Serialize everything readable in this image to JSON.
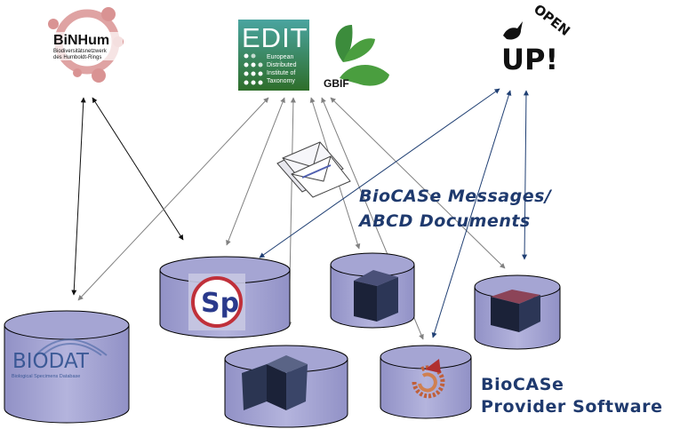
{
  "logos": {
    "binhum": {
      "name": "BiNHum",
      "sub1": "Biodiversitätsnetzwerk",
      "sub2": "des Humboldt-Rings"
    },
    "edit": {
      "name": "EDIT",
      "sub1": "European",
      "sub2": "Distributed",
      "sub3": "Institute of",
      "sub4": "Taxonomy"
    },
    "gbif": {
      "name": "GBIF"
    },
    "openup": {
      "top": "OPEN",
      "main": "UP!"
    }
  },
  "databases": {
    "specify": {
      "label": "Sp"
    },
    "biodat": {
      "label": "BIODAT",
      "sub": "Biological Specimens Database"
    }
  },
  "labels": {
    "messages_line1": "BioCASe Messages/",
    "messages_line2": "ABCD Documents",
    "provider_line1": "BioCASe",
    "provider_line2": "Provider Software"
  },
  "colors": {
    "arrow_black": "#111111",
    "arrow_gray": "#808080",
    "arrow_blue": "#1f3f73",
    "cylinder_fill": "#a5a5d3",
    "label_blue": "#1f3a6e"
  }
}
